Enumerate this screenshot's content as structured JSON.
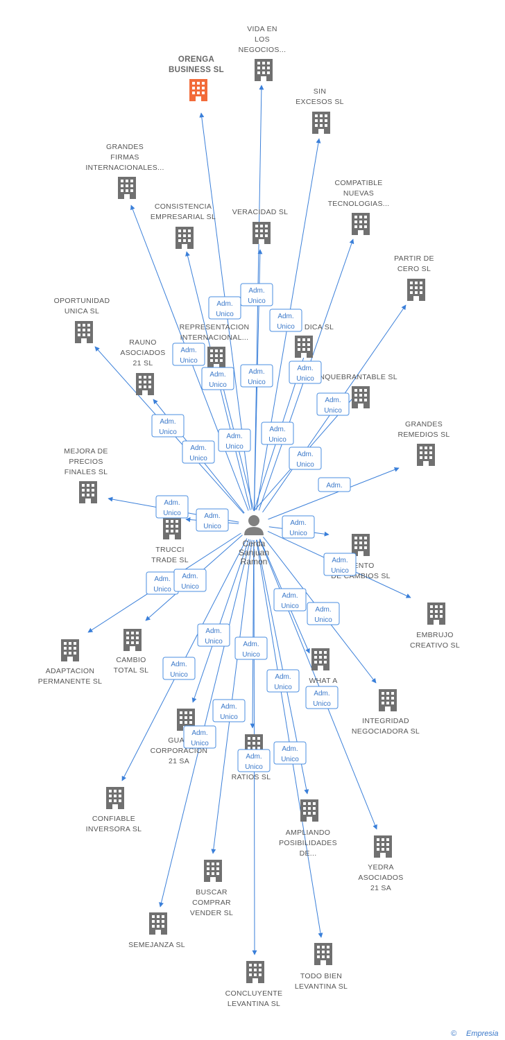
{
  "colors": {
    "edge": "#3a7fd9",
    "building": "#707070",
    "highlight_building": "#f26b3a",
    "badge_border": "#4a8ee0",
    "badge_text": "#3a78c9"
  },
  "center": {
    "icon": "person-icon",
    "label_lines": [
      "Cerda",
      "Sanjuan",
      "Ramon"
    ]
  },
  "nodes": [
    {
      "id": "orenga",
      "lines": [
        "ORENGA",
        "BUSINESS SL"
      ],
      "highlight": true
    },
    {
      "id": "vida",
      "lines": [
        "VIDA EN",
        "LOS",
        "NEGOCIOS..."
      ]
    },
    {
      "id": "sinexcesos",
      "lines": [
        "SIN",
        "EXCESOS SL"
      ]
    },
    {
      "id": "grandesfirmas",
      "lines": [
        "GRANDES",
        "FIRMAS",
        "INTERNACIONALES..."
      ]
    },
    {
      "id": "compatible",
      "lines": [
        "COMPATIBLE",
        "NUEVAS",
        "TECNOLOGIAS..."
      ]
    },
    {
      "id": "consistencia",
      "lines": [
        "CONSISTENCIA",
        "EMPRESARIAL SL"
      ]
    },
    {
      "id": "veracidad",
      "lines": [
        "VERACIDAD SL"
      ]
    },
    {
      "id": "partir",
      "lines": [
        "PARTIR DE",
        "CERO SL"
      ]
    },
    {
      "id": "oportunidad",
      "lines": [
        "OPORTUNIDAD",
        "UNICA SL"
      ]
    },
    {
      "id": "nuevarep",
      "lines": [
        "NU",
        "REPRESENTACION",
        "INTERNACIONAL..."
      ]
    },
    {
      "id": "dica",
      "lines": [
        "DICA SL"
      ]
    },
    {
      "id": "rauno",
      "lines": [
        "RAUNO",
        "ASOCIADOS",
        "21 SL"
      ]
    },
    {
      "id": "inquebrantable",
      "lines": [
        "INQUEBRANTABLE SL"
      ]
    },
    {
      "id": "grandesremedios",
      "lines": [
        "GRANDES",
        "REMEDIOS SL"
      ]
    },
    {
      "id": "mejora",
      "lines": [
        "MEJORA DE",
        "PRECIOS",
        "FINALES SL"
      ]
    },
    {
      "id": "trucci",
      "lines": [
        "TRUCCI",
        "TRADE SL"
      ]
    },
    {
      "id": "mento",
      "lines": [
        "MENTO",
        "DE CAMBIOS SL"
      ]
    },
    {
      "id": "embrujo",
      "lines": [
        "EMBRUJO",
        "CREATIVO SL"
      ]
    },
    {
      "id": "adaptacion",
      "lines": [
        "ADAPTACION",
        "PERMANENTE SL"
      ]
    },
    {
      "id": "cambiototal",
      "lines": [
        "CAMBIO",
        "TOTAL SL"
      ]
    },
    {
      "id": "whata",
      "lines": [
        "WHAT A",
        "EA... SL"
      ]
    },
    {
      "id": "integridad",
      "lines": [
        "INTEGRIDAD",
        "NEGOCIADORA SL"
      ]
    },
    {
      "id": "guad",
      "lines": [
        "GUAD",
        "CORPORACION",
        "21 SA"
      ]
    },
    {
      "id": "ratios",
      "lines": [
        "ME...O",
        "RATIOS SL"
      ]
    },
    {
      "id": "confiable",
      "lines": [
        "CONFIABLE",
        "INVERSORA SL"
      ]
    },
    {
      "id": "ampliando",
      "lines": [
        "AMPLIANDO",
        "POSIBILIDADES",
        "DE..."
      ]
    },
    {
      "id": "yedra",
      "lines": [
        "YEDRA",
        "ASOCIADOS",
        "21 SA"
      ]
    },
    {
      "id": "buscar",
      "lines": [
        "BUSCAR",
        "COMPRAR",
        "VENDER SL"
      ]
    },
    {
      "id": "semejanza",
      "lines": [
        "SEMEJANZA SL"
      ]
    },
    {
      "id": "todobien",
      "lines": [
        "TODO BIEN",
        "LEVANTINA SL"
      ]
    },
    {
      "id": "concluyente",
      "lines": [
        "CONCLUYENTE",
        "LEVANTINA SL"
      ]
    }
  ],
  "badge": {
    "line1": "Adm.",
    "line2": "Unico"
  },
  "badges_partial": [
    {
      "lines": [
        "Adm."
      ]
    }
  ],
  "footer": {
    "copyright": "©",
    "brand": "Empresia"
  }
}
